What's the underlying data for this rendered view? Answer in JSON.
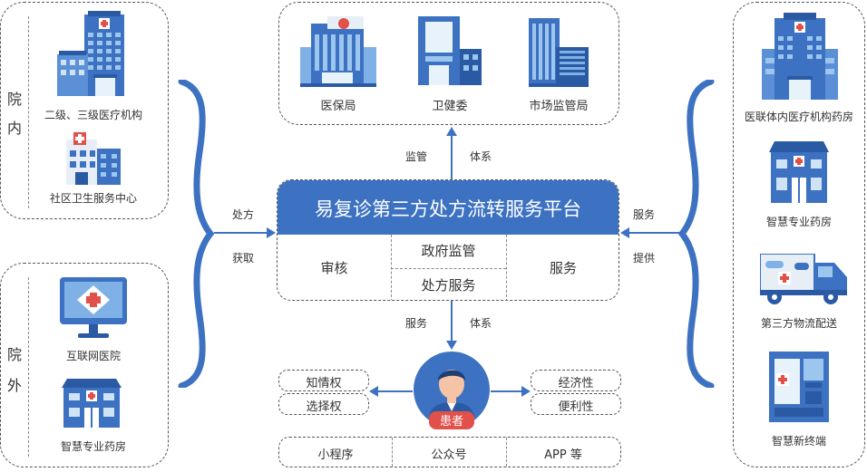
{
  "left_top": {
    "side_label": [
      "院",
      "内"
    ],
    "items": [
      {
        "label": "二级、三级医疗机构",
        "icon": "hospital-building-icon"
      },
      {
        "label": "社区卫生服务中心",
        "icon": "clinic-icon"
      }
    ]
  },
  "left_bottom": {
    "side_label": [
      "院",
      "外"
    ],
    "items": [
      {
        "label": "互联网医院",
        "icon": "monitor-cross-icon"
      },
      {
        "label": "智慧专业药房",
        "icon": "pharmacy-icon"
      }
    ]
  },
  "top": {
    "items": [
      {
        "label": "医保局",
        "icon": "insurance-bureau-icon"
      },
      {
        "label": "卫健委",
        "icon": "health-commission-icon"
      },
      {
        "label": "市场监管局",
        "icon": "market-regulation-icon"
      }
    ],
    "arrow_labels": [
      "监管",
      "体系"
    ]
  },
  "platform": {
    "title": "易复诊第三方处方流转服务平台",
    "left_cell": "审核",
    "center_top": "政府监管",
    "center_bottom": "处方服务",
    "right_cell": "服务"
  },
  "left_arrow_labels": [
    "处方",
    "获取"
  ],
  "right_arrow_labels": [
    "服务",
    "提供"
  ],
  "bottom_arrow_labels": [
    "服务",
    "体系"
  ],
  "patient": {
    "label": "患者",
    "icon": "patient-icon"
  },
  "rights": [
    "知情权",
    "选择权"
  ],
  "benefits": [
    "经济性",
    "便利性"
  ],
  "channels": [
    "小程序",
    "公众号",
    "APP 等"
  ],
  "right": {
    "items": [
      {
        "label": "医联体内医疗机构药房",
        "icon": "alliance-hospital-icon"
      },
      {
        "label": "智慧专业药房",
        "icon": "pharmacy-icon"
      },
      {
        "label": "第三方物流配送",
        "icon": "delivery-truck-icon"
      },
      {
        "label": "智慧新终端",
        "icon": "vending-terminal-icon"
      }
    ]
  },
  "colors": {
    "primary": "#3d72c2",
    "dark": "#2b5aa5",
    "light": "#7fb1e6",
    "red": "#e2504a",
    "skin": "#f5c3a5"
  }
}
